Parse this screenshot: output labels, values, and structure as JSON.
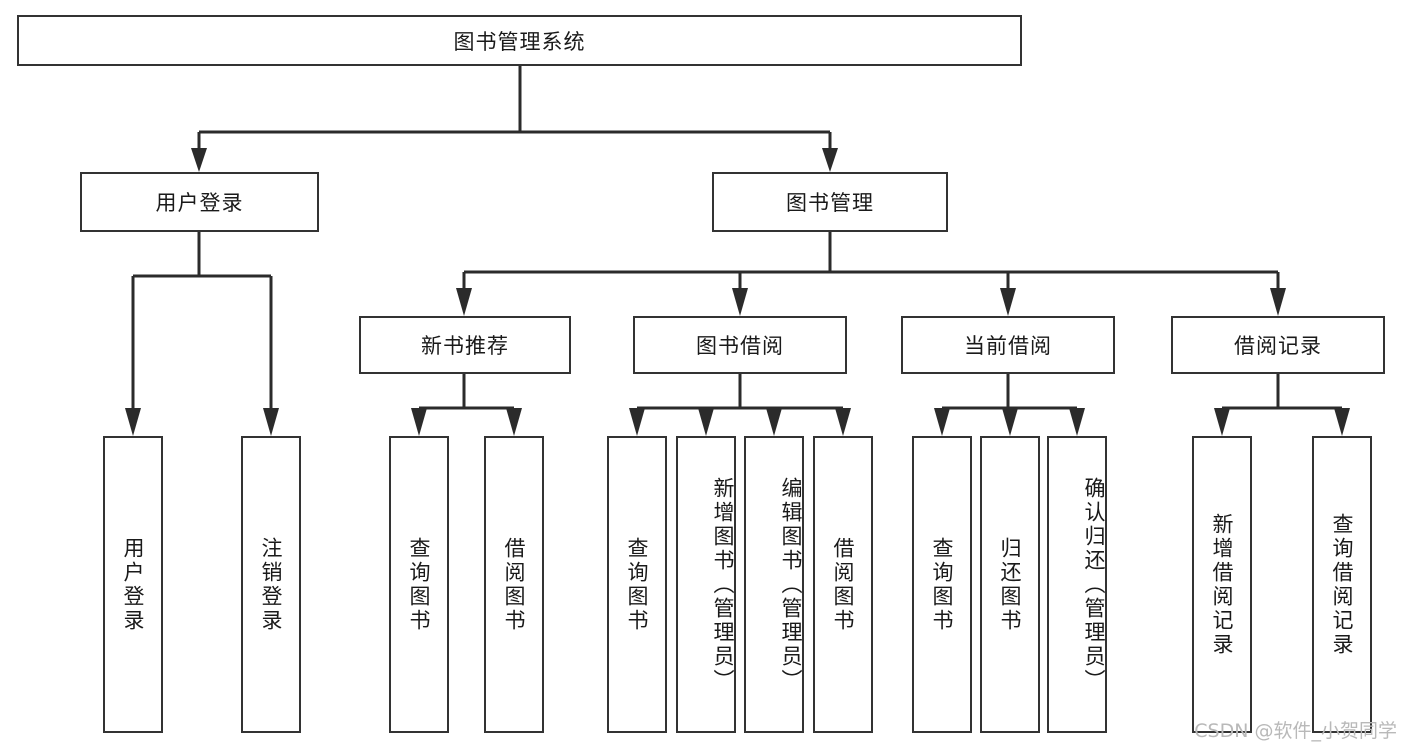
{
  "diagram": {
    "title": "图书管理系统",
    "type": "function-structure-tree",
    "root": {
      "label": "图书管理系统"
    },
    "level2": [
      {
        "label": "用户登录"
      },
      {
        "label": "图书管理"
      }
    ],
    "level3": [
      {
        "label": "新书推荐",
        "parent": "图书管理"
      },
      {
        "label": "图书借阅",
        "parent": "图书管理"
      },
      {
        "label": "当前借阅",
        "parent": "图书管理"
      },
      {
        "label": "借阅记录",
        "parent": "图书管理"
      }
    ],
    "leaves": {
      "user_login": [
        {
          "label": "用户登录"
        },
        {
          "label": "注销登录"
        }
      ],
      "new_book": [
        {
          "label": "查询图书"
        },
        {
          "label": "借阅图书"
        }
      ],
      "book_borrow": [
        {
          "label": "查询图书"
        },
        {
          "label": "新增图书（管理员）"
        },
        {
          "label": "编辑图书（管理员）"
        },
        {
          "label": "借阅图书"
        }
      ],
      "current_borrow": [
        {
          "label": "查询图书"
        },
        {
          "label": "归还图书"
        },
        {
          "label": "确认归还（管理员）"
        }
      ],
      "borrow_record": [
        {
          "label": "新增借阅记录"
        },
        {
          "label": "查询借阅记录"
        }
      ]
    }
  },
  "watermark": {
    "text": "CSDN @软件_小贺同学"
  },
  "colors": {
    "stroke": "#2b2b2b",
    "box_border": "#333333",
    "background": "#ffffff",
    "text": "#1a1a1a",
    "watermark": "#b9b9b9"
  }
}
